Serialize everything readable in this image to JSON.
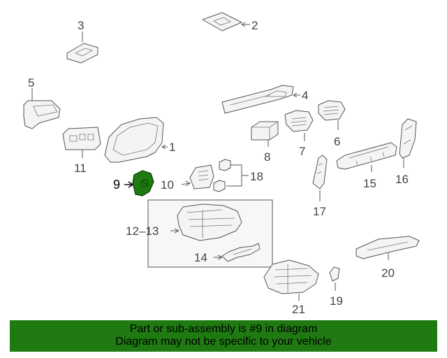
{
  "labels": {
    "p1": "1",
    "p2": "2",
    "p3": "3",
    "p4": "4",
    "p5": "5",
    "p6": "6",
    "p7": "7",
    "p8": "8",
    "p9": "9",
    "p10": "10",
    "p11": "11",
    "p12": "12",
    "p13": "13",
    "p14": "14",
    "p15": "15",
    "p16": "16",
    "p17": "17",
    "p18": "18",
    "p19": "19",
    "p20": "20",
    "p21": "21"
  },
  "banner": {
    "line1": "Part or sub-assembly is #9 in diagram",
    "line2": "Diagram may not be specific to your vehicle"
  },
  "colors": {
    "highlight": "#1f7a12",
    "banner_bg": "#1f7a12"
  }
}
